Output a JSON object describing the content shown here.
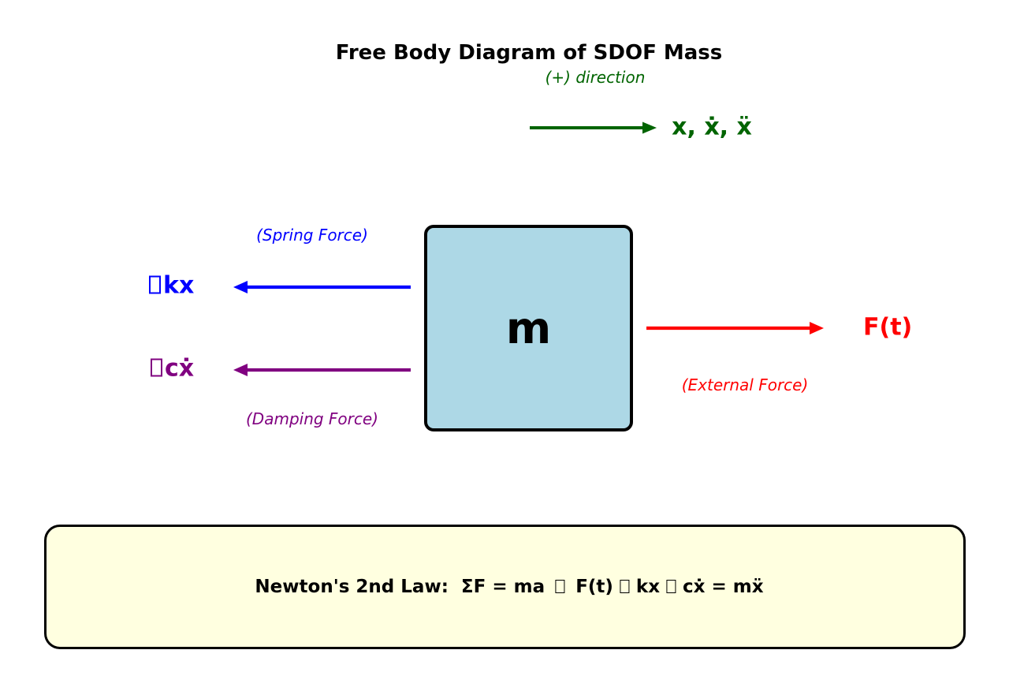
{
  "title": "Free Body Diagram of SDOF Mass",
  "direction": {
    "caption": "(+) direction",
    "label": "x, ẋ, ẍ",
    "color": "#006400"
  },
  "mass": {
    "label": "m",
    "fill": "#add8e6",
    "border": "#000000"
  },
  "forces": {
    "spring": {
      "label": "kx",
      "caption": "(Spring Force)",
      "color": "#0000ff",
      "arrow_direction": "left",
      "missing_glyph_prefix": true
    },
    "damping": {
      "label": "cẋ",
      "caption": "(Damping Force)",
      "color": "#800080",
      "arrow_direction": "left",
      "missing_glyph_prefix": true
    },
    "external": {
      "label": "F(t)",
      "caption": "(External Force)",
      "color": "#ff0000",
      "arrow_direction": "right",
      "missing_glyph_prefix": false
    }
  },
  "equation": {
    "box_fill": "#ffffe0",
    "box_border": "#000000",
    "p1": "Newton's 2nd Law:  ΣF = ma",
    "p2": "F(t)",
    "p3": "kx",
    "p4": "cẋ = mẍ",
    "full_text_with_missing_glyphs": "Newton's 2nd Law:  ΣF = ma  □  F(t) □ kx □ cẋ = mẍ"
  }
}
